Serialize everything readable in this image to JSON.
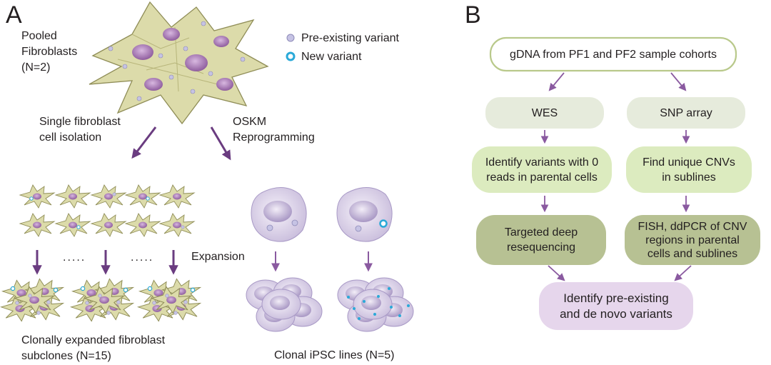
{
  "panelA": {
    "label": "A",
    "pooled_text": "Pooled\nFibroblasts\n(N=2)",
    "legend": [
      {
        "label": "Pre-existing variant",
        "color": "#c6c3e4"
      },
      {
        "label": "New variant",
        "color": "#2aa9d8"
      }
    ],
    "single_isolation_text": "Single fibroblast\ncell isolation",
    "oskm_text": "OSKM\nReprogramming",
    "expansion_text": "Expansion",
    "dots": ".....",
    "subclones_text": "Clonally expanded fibroblast\nsubclones (N=15)",
    "ipsc_text": "Clonal iPSC lines (N=5)"
  },
  "panelB": {
    "label": "B",
    "top_box": "gDNA from PF1 and PF2 sample cohorts",
    "wes_box": "WES",
    "snp_box": "SNP array",
    "identify_box": "Identify variants with 0\nreads in parental cells",
    "cnv_box": "Find unique CNVs\nin sublines",
    "targeted_box": "Targeted deep\nresequencing",
    "fish_box": "FISH, ddPCR of CNV\nregions in parental\ncells and sublines",
    "final_box": "Identify pre-existing\nand de novo variants"
  },
  "colors": {
    "arrow": "#8a5aa0",
    "fibroblast_fill": "#dcdbaa",
    "fibroblast_stroke": "#8f8d57",
    "nucleus": "#9a6aa8",
    "box_grey": "#e6ebdc",
    "box_light_green": "#dcebbf",
    "box_olive": "#b7c193",
    "box_lavender": "#e6d6ec",
    "top_box_border": "#b9c98b"
  }
}
